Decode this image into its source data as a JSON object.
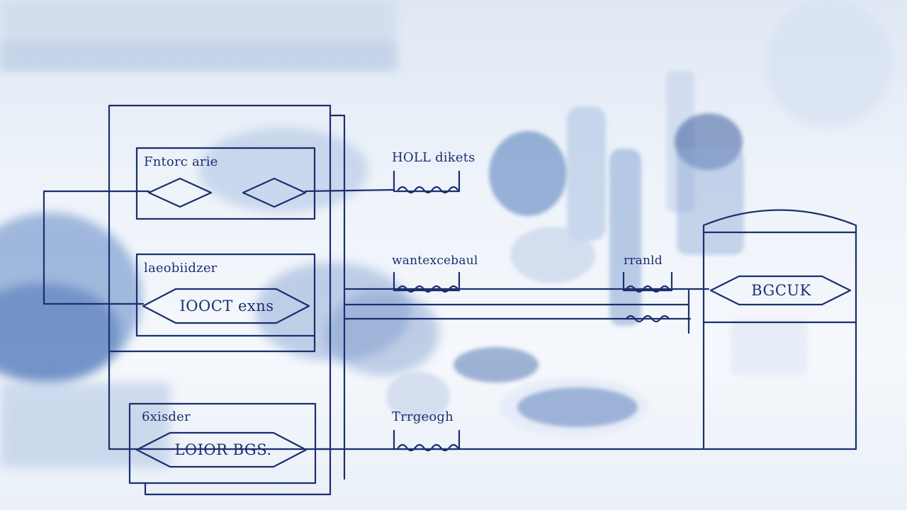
{
  "colors": {
    "line": "#1b2f6e",
    "tint": "#3f6cb0",
    "background": "#eef3fa"
  },
  "labels": {
    "block1_title": "Fntorc arie",
    "block2_title": "laeobiidzer",
    "block3_title": "6xisder",
    "top_label_1": "HOLL dikets",
    "top_label_2": "wantexcebaul",
    "top_label_3": "rranld",
    "bottom_label": "Trrgeogh"
  },
  "nodes": {
    "node_middle": "IOOCT exns",
    "node_bottom": "LOIOR BGS.",
    "node_right": "BGCUK"
  }
}
